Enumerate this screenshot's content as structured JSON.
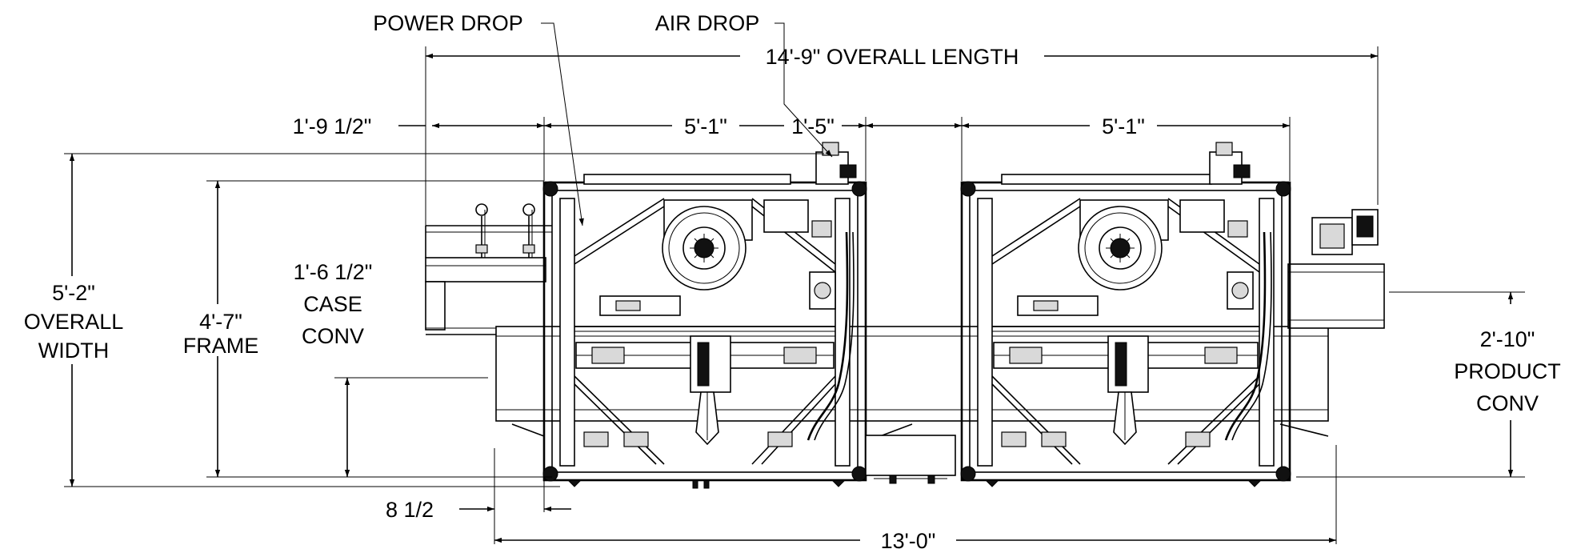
{
  "labels": {
    "power_drop": "POWER DROP",
    "air_drop": "AIR DROP",
    "overall_length": "14'-9\" OVERALL LENGTH",
    "dim_1_9_half": "1'-9 1/2\"",
    "dim_5_1_left": "5'-1\"",
    "dim_1_5": "1'-5\"",
    "dim_5_1_right": "5'-1\"",
    "overall_width_value": "5'-2\"",
    "overall_width_line1": "OVERALL",
    "overall_width_line2": "WIDTH",
    "frame_value": "4'-7\"",
    "frame_label": "FRAME",
    "case_conv_value": "1'-6 1/2\"",
    "case_conv_line1": "CASE",
    "case_conv_line2": "CONV",
    "product_conv_value": "2'-10\"",
    "product_conv_line1": "PRODUCT",
    "product_conv_line2": "CONV",
    "dim_8_half": "8 1/2",
    "dim_13_0": "13'-0\""
  },
  "colors": {
    "line": "#000000",
    "background": "#ffffff",
    "shade": "#d9d9d9"
  }
}
